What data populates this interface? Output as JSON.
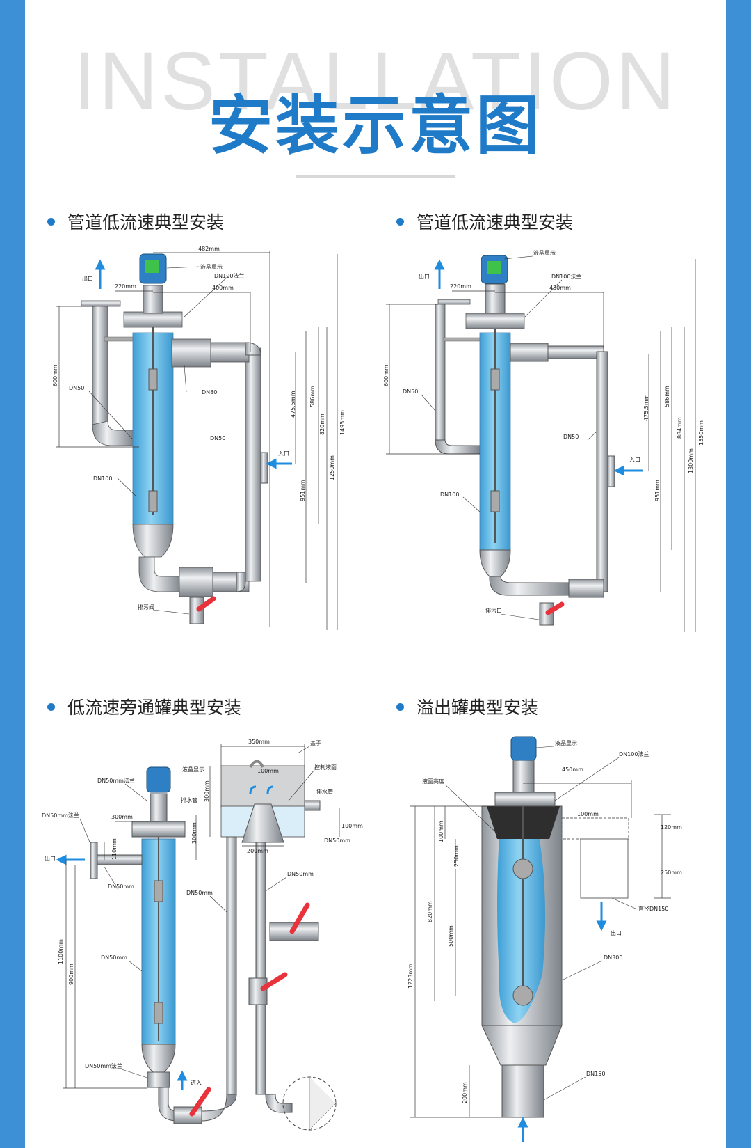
{
  "header": {
    "bg_word": "INSTALLATION",
    "title": "安装示意图"
  },
  "sections": [
    {
      "heading": "管道低流速典型安装"
    },
    {
      "heading": "管道低流速典型安装"
    },
    {
      "heading": "低流速旁通罐典型安装"
    },
    {
      "heading": "溢出罐典型安装"
    }
  ],
  "diagram1": {
    "dims": [
      "482mm",
      "220mm",
      "400mm",
      "600mm",
      "475.5mm",
      "586mm",
      "820mm",
      "1495mm",
      "1250mm",
      "951mm"
    ],
    "labels": [
      "出口",
      "液晶显示",
      "DN100法兰",
      "DN50",
      "DN80",
      "DN50",
      "入口",
      "DN100",
      "排污阀"
    ]
  },
  "diagram2": {
    "dims": [
      "220mm",
      "430mm",
      "600mm",
      "475.5mm",
      "586mm",
      "884mm",
      "1300mm",
      "1550mm",
      "951mm"
    ],
    "labels": [
      "出口",
      "液晶显示",
      "DN100法兰",
      "DN50",
      "DN50",
      "入口",
      "DN100",
      "排污口"
    ]
  },
  "diagram3": {
    "dims": [
      "350mm",
      "100mm",
      "300mm",
      "300mm",
      "300mm",
      "110mm",
      "100mm",
      "200mm",
      "1100mm",
      "900mm"
    ],
    "labels": [
      "盖子",
      "液晶显示",
      "控制液面",
      "DN50mm法兰",
      "排水管",
      "排水管",
      "DN50mm法兰",
      "DN50mm",
      "出口",
      "DN50mm",
      "DN50mm",
      "DN50mm",
      "DN50mm",
      "DN50mm法兰",
      "进入"
    ]
  },
  "diagram4": {
    "dims": [
      "450mm",
      "100mm",
      "120mm",
      "250mm",
      "100mm",
      "250mm",
      "820mm",
      "500mm",
      "1223mm",
      "200mm"
    ],
    "labels": [
      "液晶显示",
      "DN100法兰",
      "液面高度",
      "直径DN150",
      "出口",
      "DN300",
      "DN150"
    ]
  },
  "colors": {
    "accent": "#1f7bc8",
    "side_bar": "#3d8fd6",
    "water": "#5bb8e8",
    "steel": "#c9ccd0",
    "valve": "#e8323c"
  }
}
